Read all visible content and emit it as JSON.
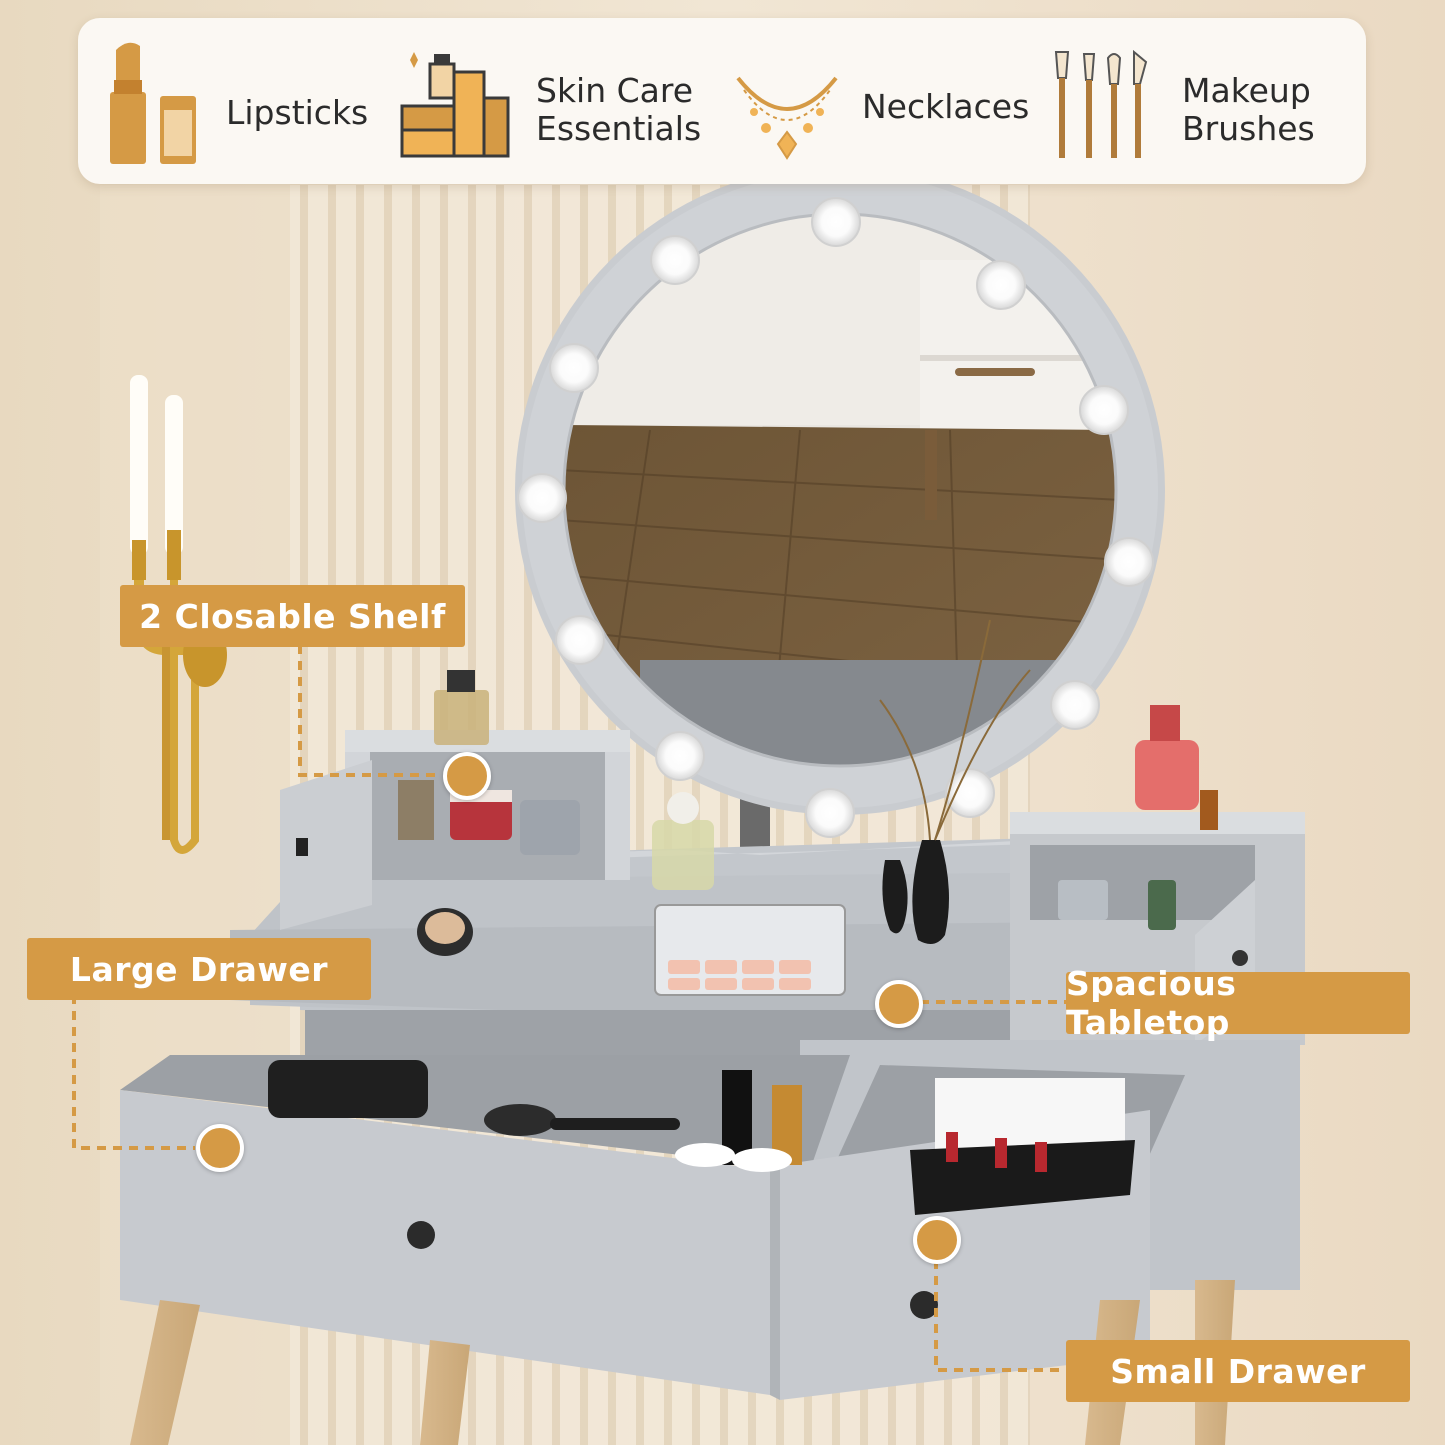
{
  "banner": {
    "features": [
      {
        "label": "Lipsticks",
        "icon": "lipstick-icon"
      },
      {
        "label": "Skin Care\nEssentials",
        "icon": "skincare-bottles-icon"
      },
      {
        "label": "Necklaces",
        "icon": "necklace-icon"
      },
      {
        "label": "Makeup\nBrushes",
        "icon": "makeup-brushes-icon"
      }
    ]
  },
  "callouts": {
    "closable_shelf": "2 Closable Shelf",
    "large_drawer": "Large Drawer",
    "spacious_tabletop": "Spacious Tabletop",
    "small_drawer": "Small Drawer"
  },
  "colors": {
    "accent": "#d59a45",
    "furniture_grey": "#c9cdd2",
    "wood_floor": "#6b5132",
    "banner_bg": "#fbf8f3"
  }
}
